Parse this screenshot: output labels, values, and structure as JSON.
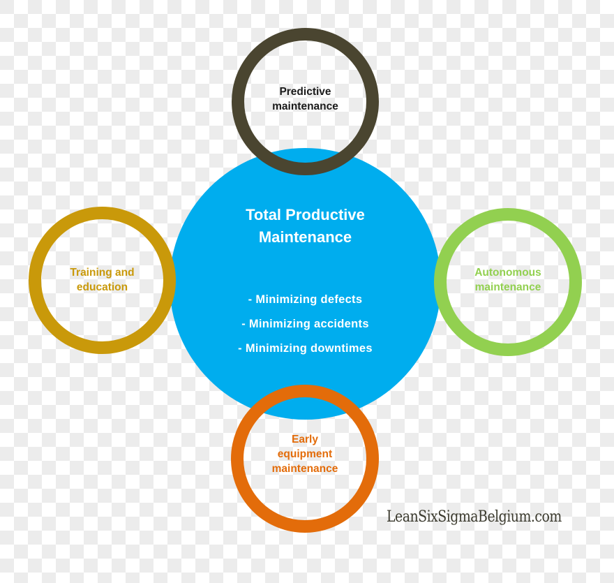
{
  "center": {
    "title_line1": "Total Productive",
    "title_line2": "Maintenance",
    "bullets": [
      "- Minimizing defects",
      "- Minimizing accidents",
      "- Minimizing downtimes"
    ],
    "color": "#00adee"
  },
  "pillars": {
    "top": {
      "line1": "Predictive",
      "line2": "maintenance",
      "color": "#4a4530",
      "text_color": "#1a1a1a"
    },
    "left": {
      "line1": "Training and",
      "line2": "education",
      "color": "#c9990a",
      "text_color": "#c9990a"
    },
    "right": {
      "line1": "Autonomous",
      "line2": "maintenance",
      "color": "#92d050",
      "text_color": "#92d050"
    },
    "bottom": {
      "line1": "Early",
      "line2": "equipment",
      "line3": "maintenance",
      "color": "#e36c0a",
      "text_color": "#e36c0a"
    }
  },
  "footer": {
    "watermark": "LeanSixSigmaBelgium.com"
  }
}
